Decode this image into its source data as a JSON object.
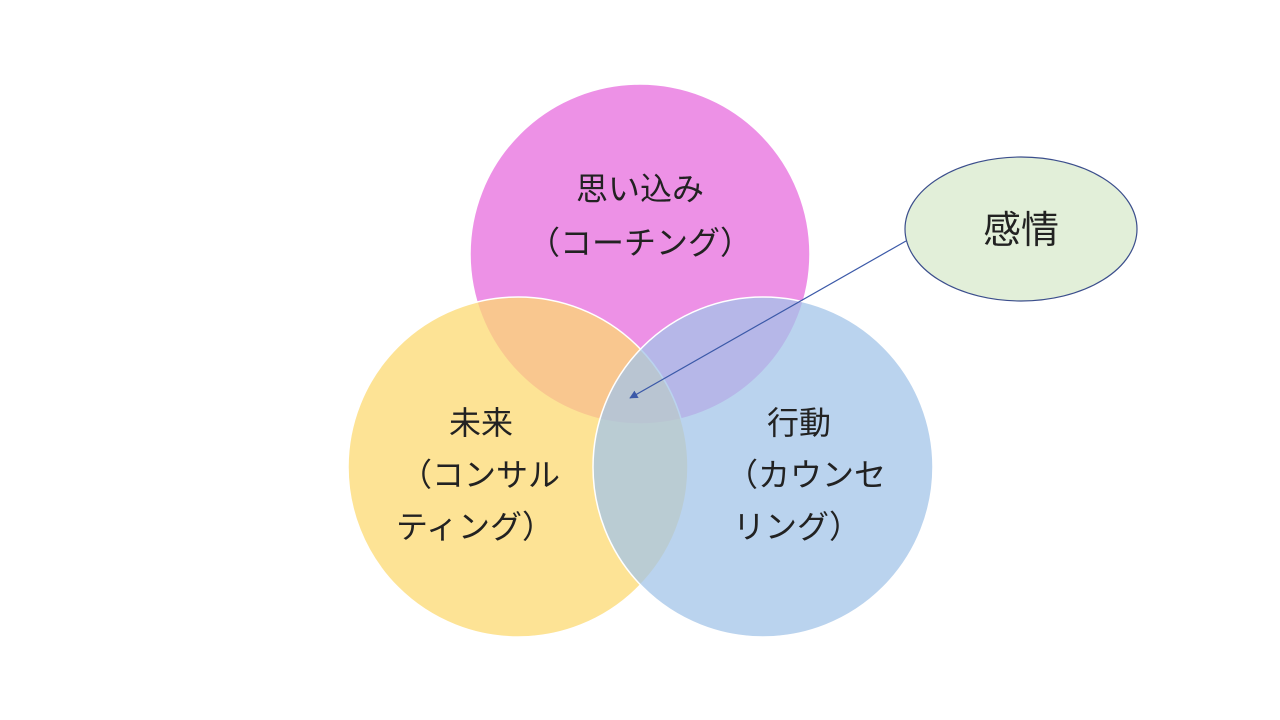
{
  "diagram": {
    "top_circle": {
      "lines": [
        "思い込み",
        "（コーチング）"
      ],
      "color": "#ea7ee2"
    },
    "left_circle": {
      "lines": [
        "未来",
        "（コンサル",
        "ティング）"
      ],
      "color": "#fcd972"
    },
    "right_circle": {
      "lines": [
        "行動",
        "（カウンセ",
        "リング）"
      ],
      "color": "#a3c4e8"
    },
    "callout": {
      "label": "感情",
      "fill": "#e2efd9",
      "stroke": "#3b4e8c"
    },
    "arrow_color": "#3b59a8"
  }
}
